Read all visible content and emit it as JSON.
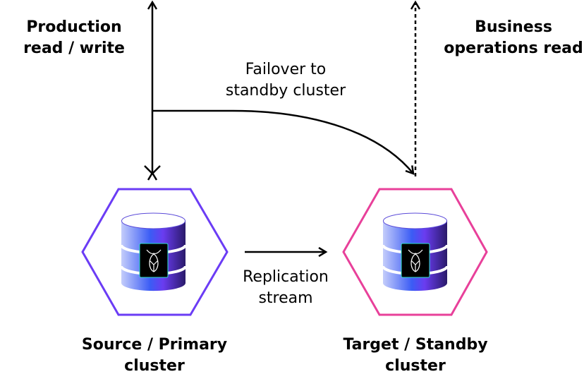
{
  "labels": {
    "production": [
      "Production",
      "read / write"
    ],
    "business": [
      "Business",
      "operations read"
    ],
    "failover": [
      "Failover to",
      "standby cluster"
    ],
    "replication": [
      "Replication",
      "stream"
    ],
    "source": [
      "Source / Primary",
      "cluster"
    ],
    "target": [
      "Target / Standby",
      "cluster"
    ]
  },
  "colors": {
    "primary_hexagon": "#6B3CF5",
    "standby_hexagon": "#E8409A",
    "arrow": "#000000"
  },
  "icons": [
    "database-icon",
    "cockroach-logo-icon"
  ]
}
